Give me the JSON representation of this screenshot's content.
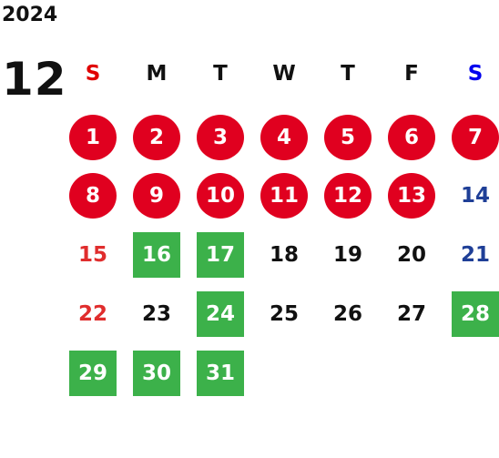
{
  "header": {
    "year": "2024",
    "month": "12"
  },
  "weekdays": [
    {
      "label": "S",
      "color": "#e00000"
    },
    {
      "label": "M",
      "color": "#111111"
    },
    {
      "label": "T",
      "color": "#111111"
    },
    {
      "label": "W",
      "color": "#111111"
    },
    {
      "label": "T",
      "color": "#111111"
    },
    {
      "label": "F",
      "color": "#111111"
    },
    {
      "label": "S",
      "color": "#0000ee"
    }
  ],
  "weeks": [
    [
      {
        "day": "1",
        "style": "circle"
      },
      {
        "day": "2",
        "style": "circle"
      },
      {
        "day": "3",
        "style": "circle"
      },
      {
        "day": "4",
        "style": "circle"
      },
      {
        "day": "5",
        "style": "circle"
      },
      {
        "day": "6",
        "style": "circle"
      },
      {
        "day": "7",
        "style": "circle"
      }
    ],
    [
      {
        "day": "8",
        "style": "circle"
      },
      {
        "day": "9",
        "style": "circle"
      },
      {
        "day": "10",
        "style": "circle"
      },
      {
        "day": "11",
        "style": "circle"
      },
      {
        "day": "12",
        "style": "circle"
      },
      {
        "day": "13",
        "style": "circle"
      },
      {
        "day": "14",
        "style": "sat"
      }
    ],
    [
      {
        "day": "15",
        "style": "sun"
      },
      {
        "day": "16",
        "style": "box"
      },
      {
        "day": "17",
        "style": "box"
      },
      {
        "day": "18",
        "style": "plain"
      },
      {
        "day": "19",
        "style": "plain"
      },
      {
        "day": "20",
        "style": "plain"
      },
      {
        "day": "21",
        "style": "sat"
      }
    ],
    [
      {
        "day": "22",
        "style": "sun"
      },
      {
        "day": "23",
        "style": "plain"
      },
      {
        "day": "24",
        "style": "box"
      },
      {
        "day": "25",
        "style": "plain"
      },
      {
        "day": "26",
        "style": "plain"
      },
      {
        "day": "27",
        "style": "plain"
      },
      {
        "day": "28",
        "style": "box"
      }
    ],
    [
      {
        "day": "29",
        "style": "box"
      },
      {
        "day": "30",
        "style": "box"
      },
      {
        "day": "31",
        "style": "box"
      }
    ]
  ],
  "colors": {
    "circle_red": "#e0001f",
    "box_green": "#3cb14a",
    "sunday_text": "#e02d2d",
    "saturday_text": "#1f3f97"
  }
}
